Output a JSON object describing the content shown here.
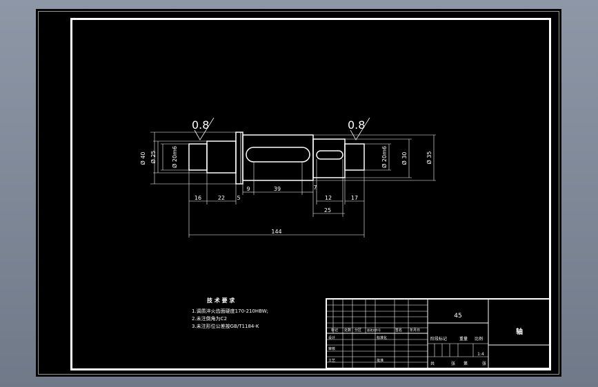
{
  "drawing": {
    "roughness": {
      "left": "0.8",
      "right": "0.8"
    },
    "diameters": {
      "d40": "Ø 40",
      "d25": "Ø 25",
      "d20m6_left": "Ø 20m6",
      "d20m6_right": "Ø 20m6",
      "d30": "Ø 30",
      "d35": "Ø 35"
    },
    "lengths": {
      "l16": "16",
      "l22": "22",
      "l5": "5",
      "l9": "9",
      "l39": "39",
      "l7": "7",
      "l12": "12",
      "l17": "17",
      "l25": "25",
      "l144": "144"
    }
  },
  "notes": {
    "title": "技 术 要 求",
    "lines": [
      "1.调质淬火齿面硬度170-210HBW;",
      "2.未注倒角为C2",
      "3.未注形位公差按GB/T1184-K"
    ]
  },
  "title_block": {
    "material": "45",
    "part_name": "轴",
    "scale": "1:4",
    "headers": [
      "标记",
      "处数",
      "分区",
      "更改文件号",
      "签名",
      "年月日"
    ],
    "roles": [
      "设计",
      "标准化",
      "审核",
      "工艺",
      "批准"
    ],
    "stage_mark": "阶段标记",
    "weight": "重量",
    "scale_label": "比例",
    "sheets": [
      "共",
      "张",
      "第",
      "张"
    ]
  }
}
